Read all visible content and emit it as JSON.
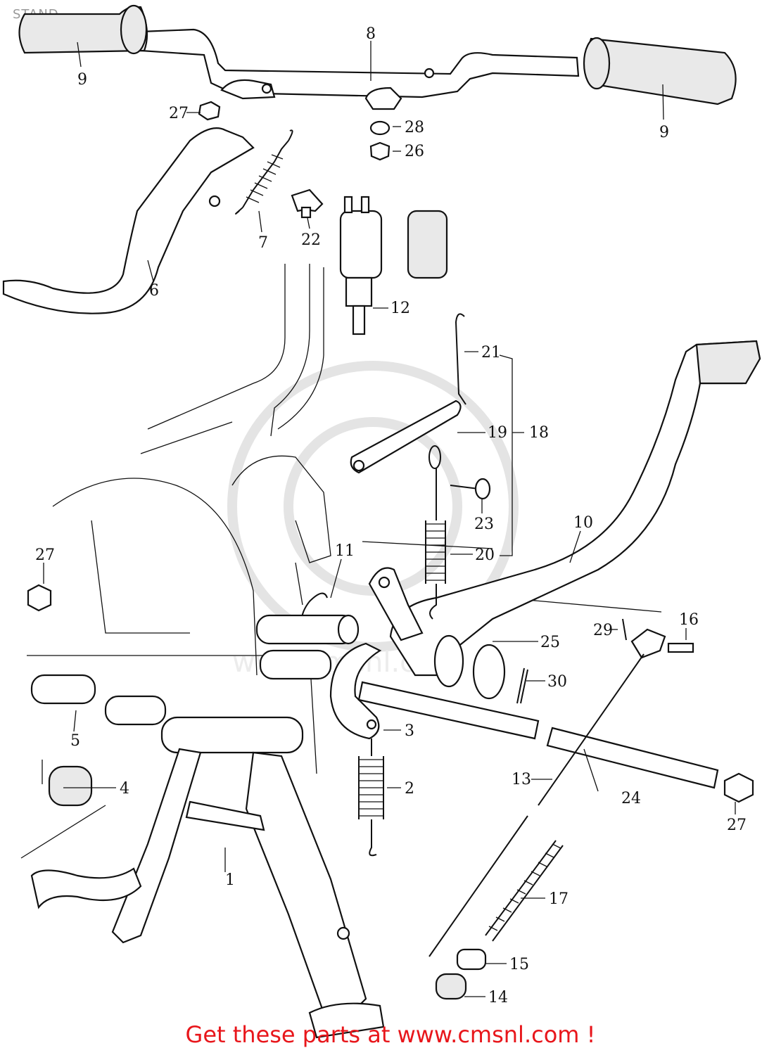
{
  "diagram": {
    "title": "STAND",
    "footer": "Get these parts at www.cmsnl.com !",
    "callouts": [
      "1",
      "2",
      "3",
      "4",
      "5",
      "6",
      "7",
      "8",
      "9",
      "9",
      "10",
      "11",
      "12",
      "13",
      "14",
      "15",
      "16",
      "17",
      "18",
      "19",
      "20",
      "21",
      "22",
      "23",
      "24",
      "25",
      "26",
      "27",
      "27",
      "27",
      "28",
      "29",
      "30"
    ],
    "watermark": "www.cmsnl.com"
  }
}
